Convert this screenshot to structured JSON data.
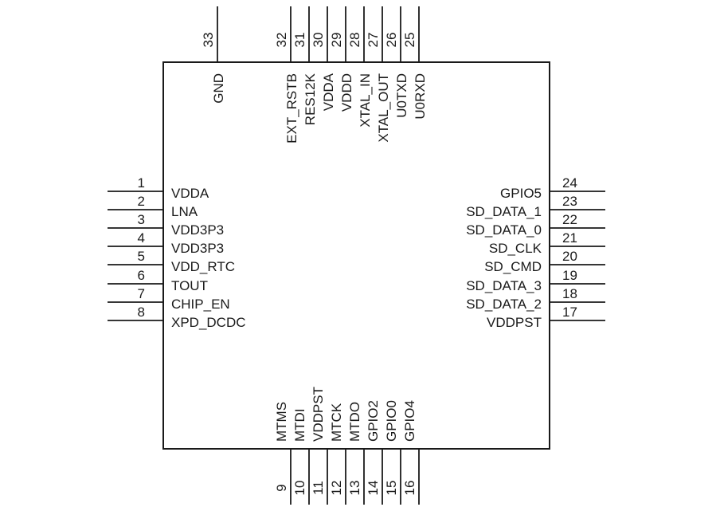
{
  "colors": {
    "line": "#1a1a1a",
    "text": "#1a1a1a",
    "background": "#ffffff"
  },
  "pins": {
    "left": [
      {
        "number": "1",
        "name": "VDDA"
      },
      {
        "number": "2",
        "name": "LNA"
      },
      {
        "number": "3",
        "name": "VDD3P3"
      },
      {
        "number": "4",
        "name": "VDD3P3"
      },
      {
        "number": "5",
        "name": "VDD_RTC"
      },
      {
        "number": "6",
        "name": "TOUT"
      },
      {
        "number": "7",
        "name": "CHIP_EN"
      },
      {
        "number": "8",
        "name": "XPD_DCDC"
      }
    ],
    "bottom": [
      {
        "number": "9",
        "name": "MTMS"
      },
      {
        "number": "10",
        "name": "MTDI"
      },
      {
        "number": "11",
        "name": "VDDPST"
      },
      {
        "number": "12",
        "name": "MTCK"
      },
      {
        "number": "13",
        "name": "MTDO"
      },
      {
        "number": "14",
        "name": "GPIO2"
      },
      {
        "number": "15",
        "name": "GPIO0"
      },
      {
        "number": "16",
        "name": "GPIO4"
      }
    ],
    "right": [
      {
        "number": "17",
        "name": "VDDPST"
      },
      {
        "number": "18",
        "name": "SD_DATA_2"
      },
      {
        "number": "19",
        "name": "SD_DATA_3"
      },
      {
        "number": "20",
        "name": "SD_CMD"
      },
      {
        "number": "21",
        "name": "SD_CLK"
      },
      {
        "number": "22",
        "name": "SD_DATA_0"
      },
      {
        "number": "23",
        "name": "SD_DATA_1"
      },
      {
        "number": "24",
        "name": "GPIO5"
      }
    ],
    "top": [
      {
        "number": "25",
        "name": "U0RXD"
      },
      {
        "number": "26",
        "name": "U0TXD"
      },
      {
        "number": "27",
        "name": "XTAL_OUT"
      },
      {
        "number": "28",
        "name": "XTAL_IN"
      },
      {
        "number": "29",
        "name": "VDDD"
      },
      {
        "number": "30",
        "name": "VDDA"
      },
      {
        "number": "31",
        "name": "RES12K"
      },
      {
        "number": "32",
        "name": "EXT_RSTB"
      }
    ],
    "ground": {
      "number": "33",
      "name": "GND"
    }
  }
}
